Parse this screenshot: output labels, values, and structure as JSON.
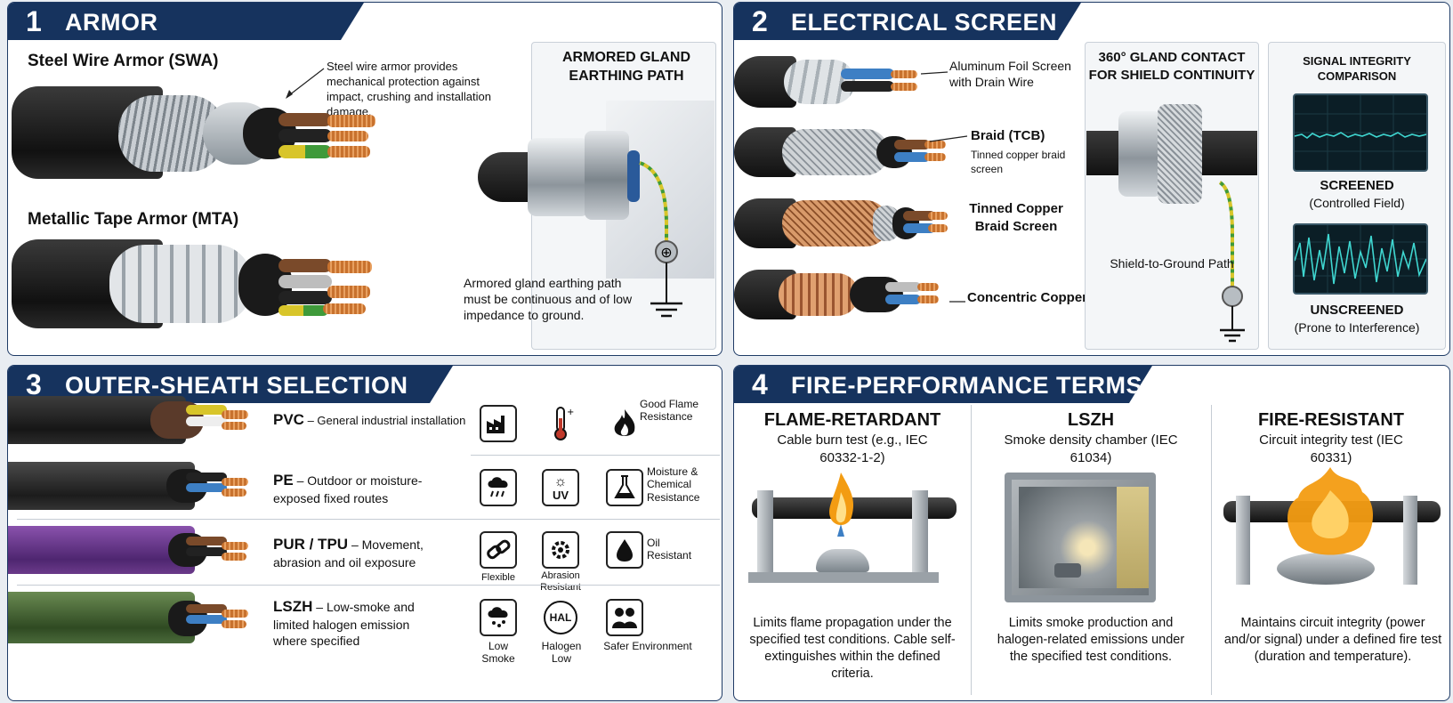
{
  "armor": {
    "number": "1",
    "title": "ARMOR",
    "swa_title": "Steel Wire Armor (SWA)",
    "swa_note": "Steel wire armor provides mechanical protection against impact, crushing and installation damage.",
    "mta_title": "Metallic Tape Armor (MTA)",
    "gland_title": "ARMORED GLAND EARTHING PATH",
    "gland_note": "Armored gland earthing path must be continuous and of low impedance to ground."
  },
  "screen": {
    "number": "2",
    "title": "ELECTRICAL SCREEN",
    "foil": "Aluminum Foil Screen with Drain Wire",
    "braid_title": "Braid (TCB)",
    "braid_sub": "Tinned copper braid screen",
    "tinned": "Tinned Copper Braid Screen",
    "concentric": "Concentric Copper",
    "gland_title": "360° GLAND CONTACT FOR SHIELD CONTINUITY",
    "shield_path": "Shield-to-Ground Path",
    "signal_title": "SIGNAL INTEGRITY COMPARISON",
    "screened": "SCREENED",
    "screened_sub": "(Controlled Field)",
    "unscreened": "UNSCREENED",
    "unscreened_sub": "(Prone to Interference)"
  },
  "sheath": {
    "number": "3",
    "title": "OUTER-SHEATH SELECTION",
    "rows": [
      {
        "name": "PVC",
        "desc": "– General industrial installation",
        "jacket": "#2b2b2b",
        "c3": "Good Flame Resistance"
      },
      {
        "name": "PE",
        "desc": "– Outdoor or moisture-exposed fixed routes",
        "jacket": "#333333",
        "c3": "Moisture & Chemical Resistance"
      },
      {
        "name": "PUR / TPU",
        "desc": "– Movement, abrasion and oil exposure",
        "jacket": "#6b3a8a",
        "c1": "Flexible",
        "c2": "Abrasion Resistant",
        "c3": "Oil Resistant"
      },
      {
        "name": "LSZH",
        "desc": "– Low-smoke and limited halogen emission where specified",
        "jacket": "#4a6a3a",
        "c1": "Low Smoke",
        "c2": "Halogen Low",
        "c3": "Safer Environment"
      }
    ],
    "uv": "UV",
    "hal": "HAL"
  },
  "fire": {
    "number": "4",
    "title": "FIRE-PERFORMANCE TERMS",
    "cols": [
      {
        "title": "FLAME-RETARDANT",
        "sub": "Cable burn test (e.g., IEC 60332-1-2)",
        "desc": "Limits flame propagation under the specified test conditions. Cable self-extinguishes within the defined criteria."
      },
      {
        "title": "LSZH",
        "sub": "Smoke density chamber (IEC 61034)",
        "desc": "Limits smoke production and halogen-related emissions under the specified test conditions."
      },
      {
        "title": "FIRE-RESISTANT",
        "sub": "Circuit integrity test (IEC 60331)",
        "desc": "Maintains circuit integrity (power and/or signal) under a defined fire test (duration and temperature)."
      }
    ]
  }
}
